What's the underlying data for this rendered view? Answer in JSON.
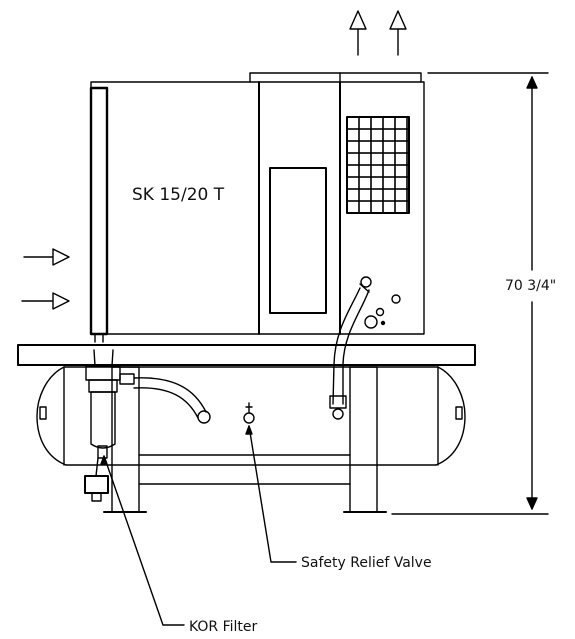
{
  "diagram": {
    "model_label": "SK 15/20 T",
    "height_dimension": "70 3/4\"",
    "callouts": {
      "safety_relief_valve": "Safety Relief Valve",
      "kor_filter": "KOR Filter"
    },
    "line_color": "#000000",
    "background_color": "#ffffff"
  }
}
